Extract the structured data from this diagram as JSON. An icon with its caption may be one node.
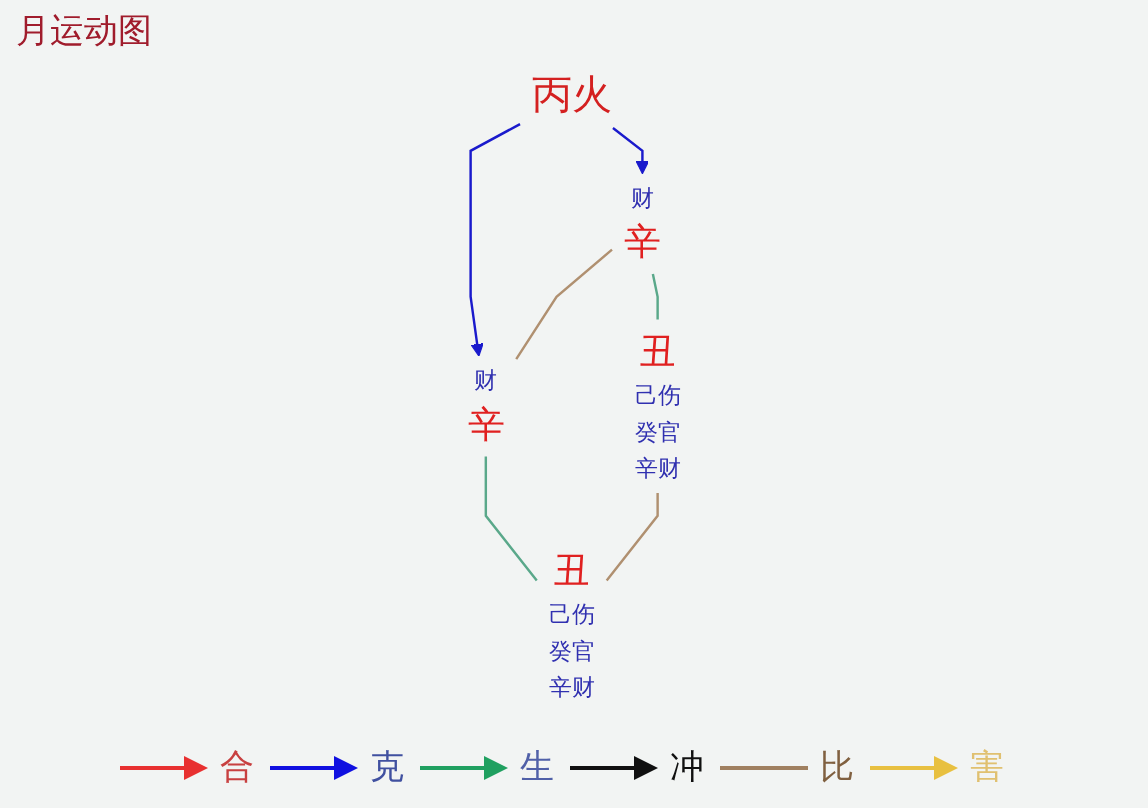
{
  "diagram": {
    "title": "月运动图",
    "nodes": [
      {
        "text": [
          "丙火"
        ]
      },
      {
        "text": [
          "辛"
        ],
        "beside": [
          "财"
        ]
      },
      {
        "text": [
          "辛"
        ],
        "beside": [
          "财"
        ]
      },
      {
        "text": [
          "丑"
        ],
        "beside": [
          "己伤",
          "癸官",
          "辛财"
        ]
      },
      {
        "text": [
          "丑"
        ],
        "beside": [
          "己伤",
          "癸官",
          "辛财"
        ]
      }
    ],
    "edges": [
      {
        "from": 0,
        "to": 1,
        "arrow": "to",
        "color": "#1a1acc"
      },
      {
        "from": 0,
        "to": 2,
        "arrow": "to",
        "color": "#1a1acc"
      },
      {
        "from": 1,
        "to": 2,
        "arrow": "none",
        "color": "#b09070"
      },
      {
        "from": 1,
        "to": 3,
        "arrow": "none",
        "color": "#5aa88a"
      },
      {
        "from": 2,
        "to": 4,
        "arrow": "none",
        "color": "#5aa88a"
      },
      {
        "from": 3,
        "to": 4,
        "arrow": "none",
        "color": "#b09070"
      }
    ],
    "legend": [
      {
        "text": "合"
      },
      {
        "text": "克"
      },
      {
        "text": "生"
      },
      {
        "text": "冲"
      },
      {
        "text": "比"
      },
      {
        "text": "害"
      }
    ]
  }
}
